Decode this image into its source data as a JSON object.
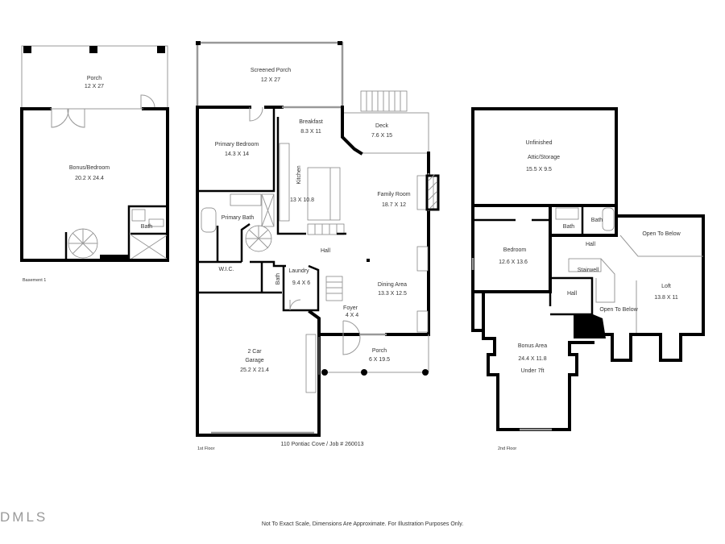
{
  "basement": {
    "floor_label": "Basement 1",
    "rooms": [
      {
        "name": "Porch",
        "dims": "12 X 27"
      },
      {
        "name": "Bonus/Bedroom",
        "dims": "20.2 X 24.4"
      },
      {
        "name": "Bath",
        "dims": ""
      }
    ]
  },
  "first_floor": {
    "floor_label": "1st Floor",
    "rooms": [
      {
        "name": "Screened Porch",
        "dims": "12 X 27"
      },
      {
        "name": "Breakfast",
        "dims": "8.3 X 11"
      },
      {
        "name": "Deck",
        "dims": "7.6 X 15"
      },
      {
        "name": "Primary Bedroom",
        "dims": "14.3 X 14"
      },
      {
        "name": "Kitchen",
        "dims": "13 X 10.8"
      },
      {
        "name": "Family Room",
        "dims": "18.7 X 12"
      },
      {
        "name": "Primary Bath",
        "dims": ""
      },
      {
        "name": "Hall",
        "dims": ""
      },
      {
        "name": "W.I.C.",
        "dims": ""
      },
      {
        "name": "Bath",
        "dims": ""
      },
      {
        "name": "Laundry",
        "dims": "9.4 X 6"
      },
      {
        "name": "Dining Area",
        "dims": "13.3 X 12.5"
      },
      {
        "name": "Foyer",
        "dims": "4 X 4"
      },
      {
        "name": "2 Car",
        "dims": ""
      },
      {
        "name": "Garage",
        "dims": "25.2 X 21.4"
      },
      {
        "name": "Porch",
        "dims": "6 X 19.5"
      }
    ]
  },
  "second_floor": {
    "floor_label": "2nd Floor",
    "rooms": [
      {
        "name": "Unfinished",
        "dims": ""
      },
      {
        "name": "Attic/Storage",
        "dims": "15.5 X 9.5"
      },
      {
        "name": "Bath",
        "dims": ""
      },
      {
        "name": "Bath",
        "dims": ""
      },
      {
        "name": "Hall",
        "dims": ""
      },
      {
        "name": "Open To Below",
        "dims": ""
      },
      {
        "name": "Bedroom",
        "dims": "12.6 X 13.6"
      },
      {
        "name": "Stairwell",
        "dims": ""
      },
      {
        "name": "Hall",
        "dims": ""
      },
      {
        "name": "Loft",
        "dims": "13.8 X 11"
      },
      {
        "name": "Open To Below",
        "dims": ""
      },
      {
        "name": "Bonus Area",
        "dims": "24.4 X 11.8"
      },
      {
        "name": "Under 7ft",
        "dims": ""
      }
    ]
  },
  "address_line": "110 Pontiac Cove / Job # 260013",
  "disclaimer": "Not To Exact Scale, Dimensions Are Approximate. For Illustration Purposes Only.",
  "logo_text": "DMLS"
}
